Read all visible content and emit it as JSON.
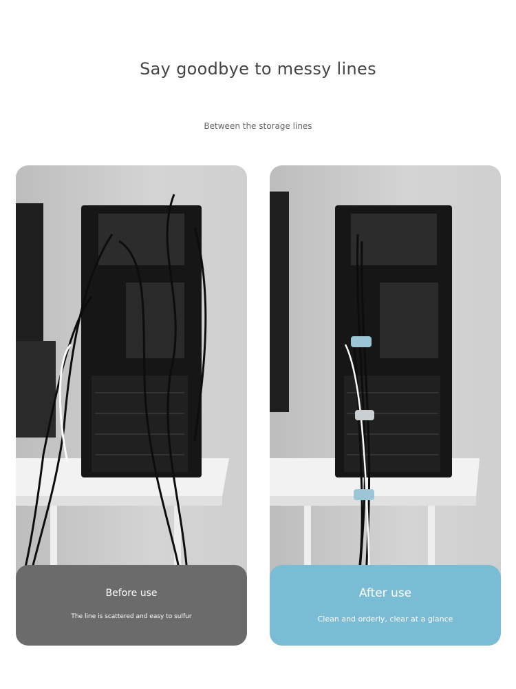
{
  "header": {
    "title": "Say goodbye to messy lines",
    "subtitle": "Between the storage lines"
  },
  "comparison": [
    {
      "title": "Before use",
      "description": "The line is scattered and easy to sulfur",
      "color": "#6b6b6b"
    },
    {
      "title": "After use",
      "description": "Clean and orderly, clear at a glance",
      "color": "#7abcd3"
    }
  ]
}
